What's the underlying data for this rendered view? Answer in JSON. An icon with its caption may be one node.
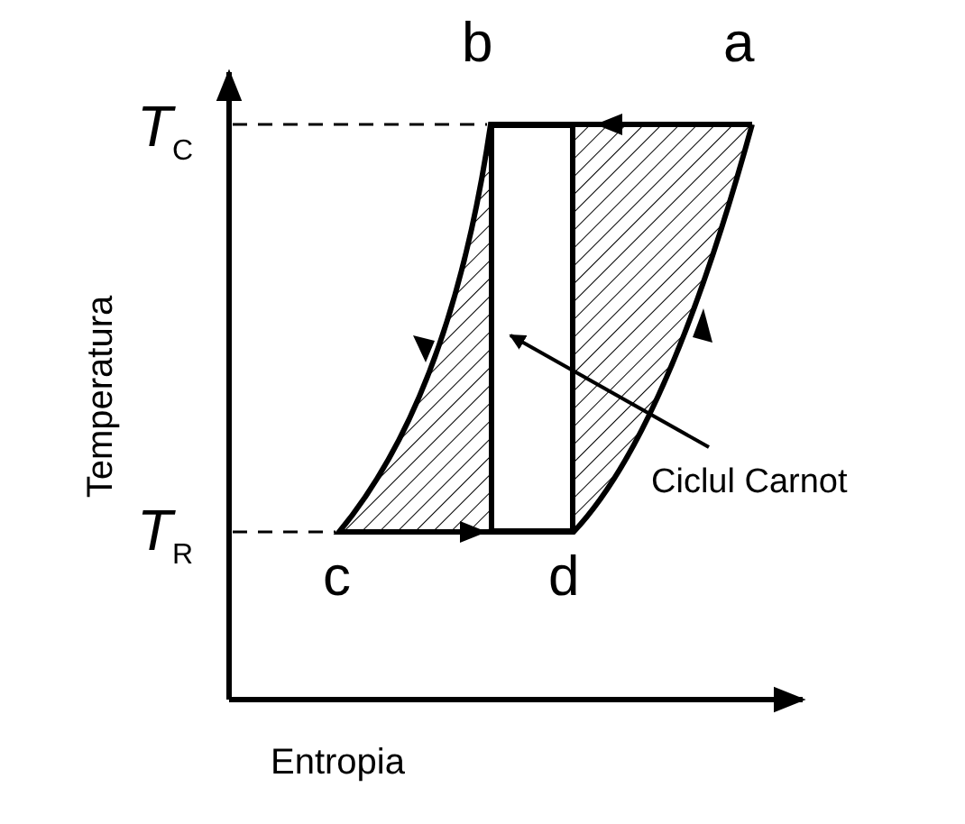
{
  "diagram": {
    "nodes": [
      {
        "text": [
          "Ciclul Carnot"
        ]
      },
      {
        "text": [],
        "shape": "box"
      }
    ],
    "edges": [
      {
        "from": 0,
        "to": 1,
        "arrow": "to"
      }
    ],
    "labels": [
      "b",
      "a",
      "*T*$_{C}$",
      "*T*$_{R}$",
      "c",
      "d",
      "Temperatura",
      "Entropia"
    ]
  }
}
